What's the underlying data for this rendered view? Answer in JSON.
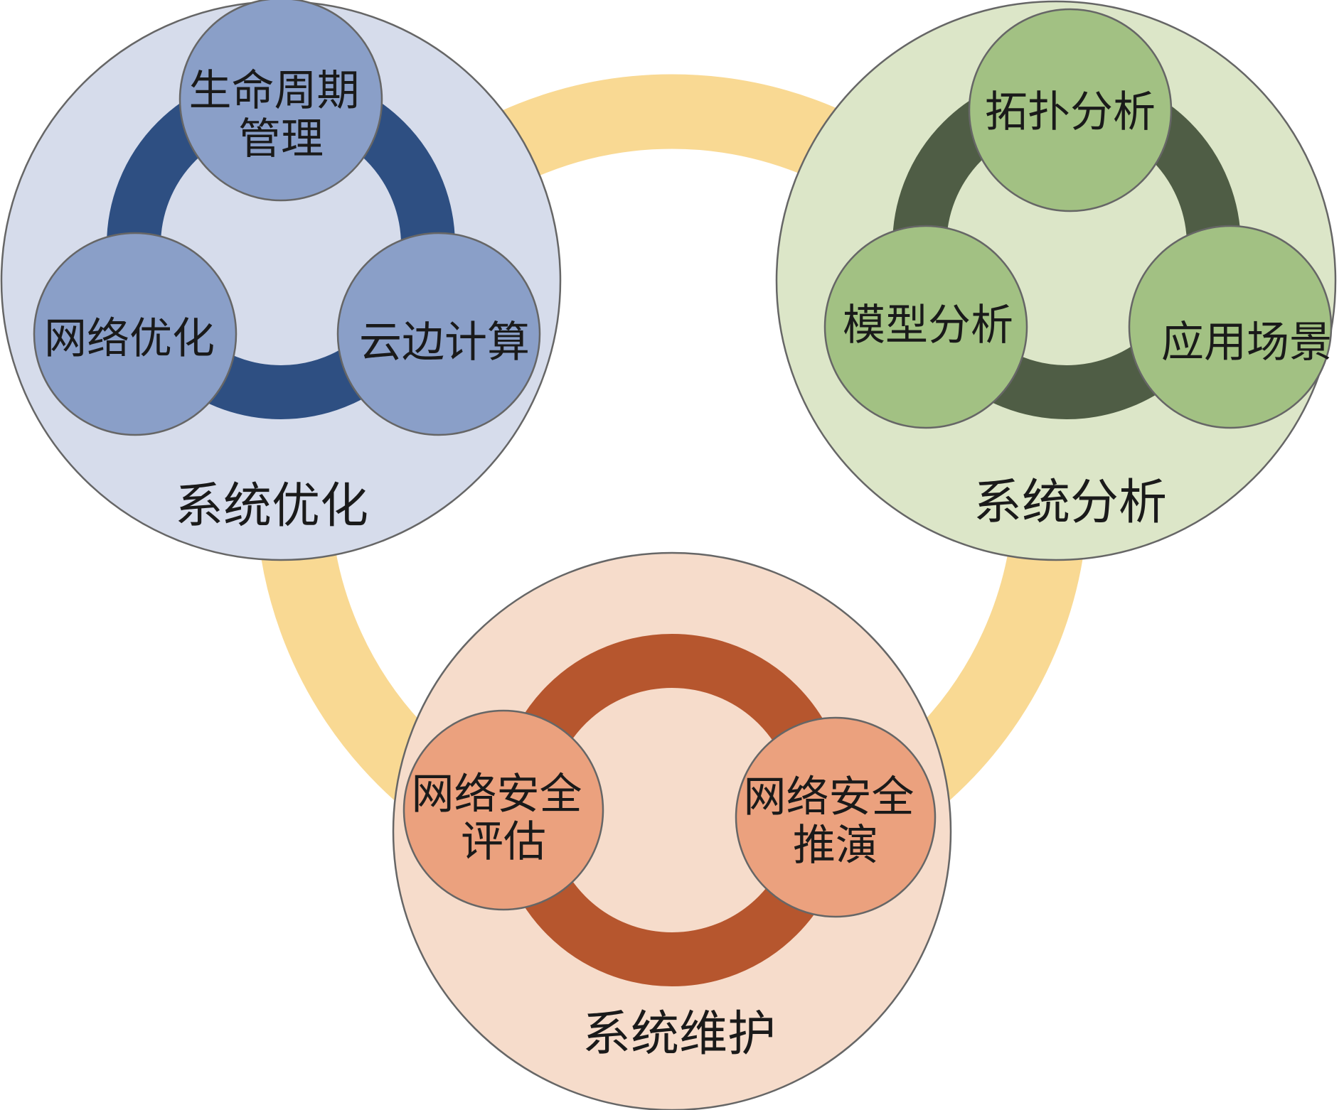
{
  "colors": {
    "outer_ring": "#F9D993",
    "blue_bg": "#D6DCEB",
    "blue_ring": "#2E4F82",
    "blue_node": "#8A9FC8",
    "green_bg": "#DCE6C8",
    "green_ring": "#4F5D45",
    "green_node": "#A2C183",
    "orange_bg": "#F6DCCB",
    "orange_ring": "#B6562E",
    "orange_node": "#EBA17E"
  },
  "groups": {
    "optimization": {
      "label": "系统优化",
      "nodes": {
        "lifecycle": [
          "生命周期",
          "管理"
        ],
        "network_opt": [
          "网络优化"
        ],
        "cloud_edge": [
          "云边计算"
        ]
      }
    },
    "analysis": {
      "label": "系统分析",
      "nodes": {
        "topology": [
          "拓扑分析"
        ],
        "model": [
          "模型分析"
        ],
        "scenario": [
          "应用场景"
        ]
      }
    },
    "maintenance": {
      "label": "系统维护",
      "nodes": {
        "security_eval": [
          "网络安全",
          "评估"
        ],
        "security_sim": [
          "网络安全",
          "推演"
        ]
      }
    }
  }
}
